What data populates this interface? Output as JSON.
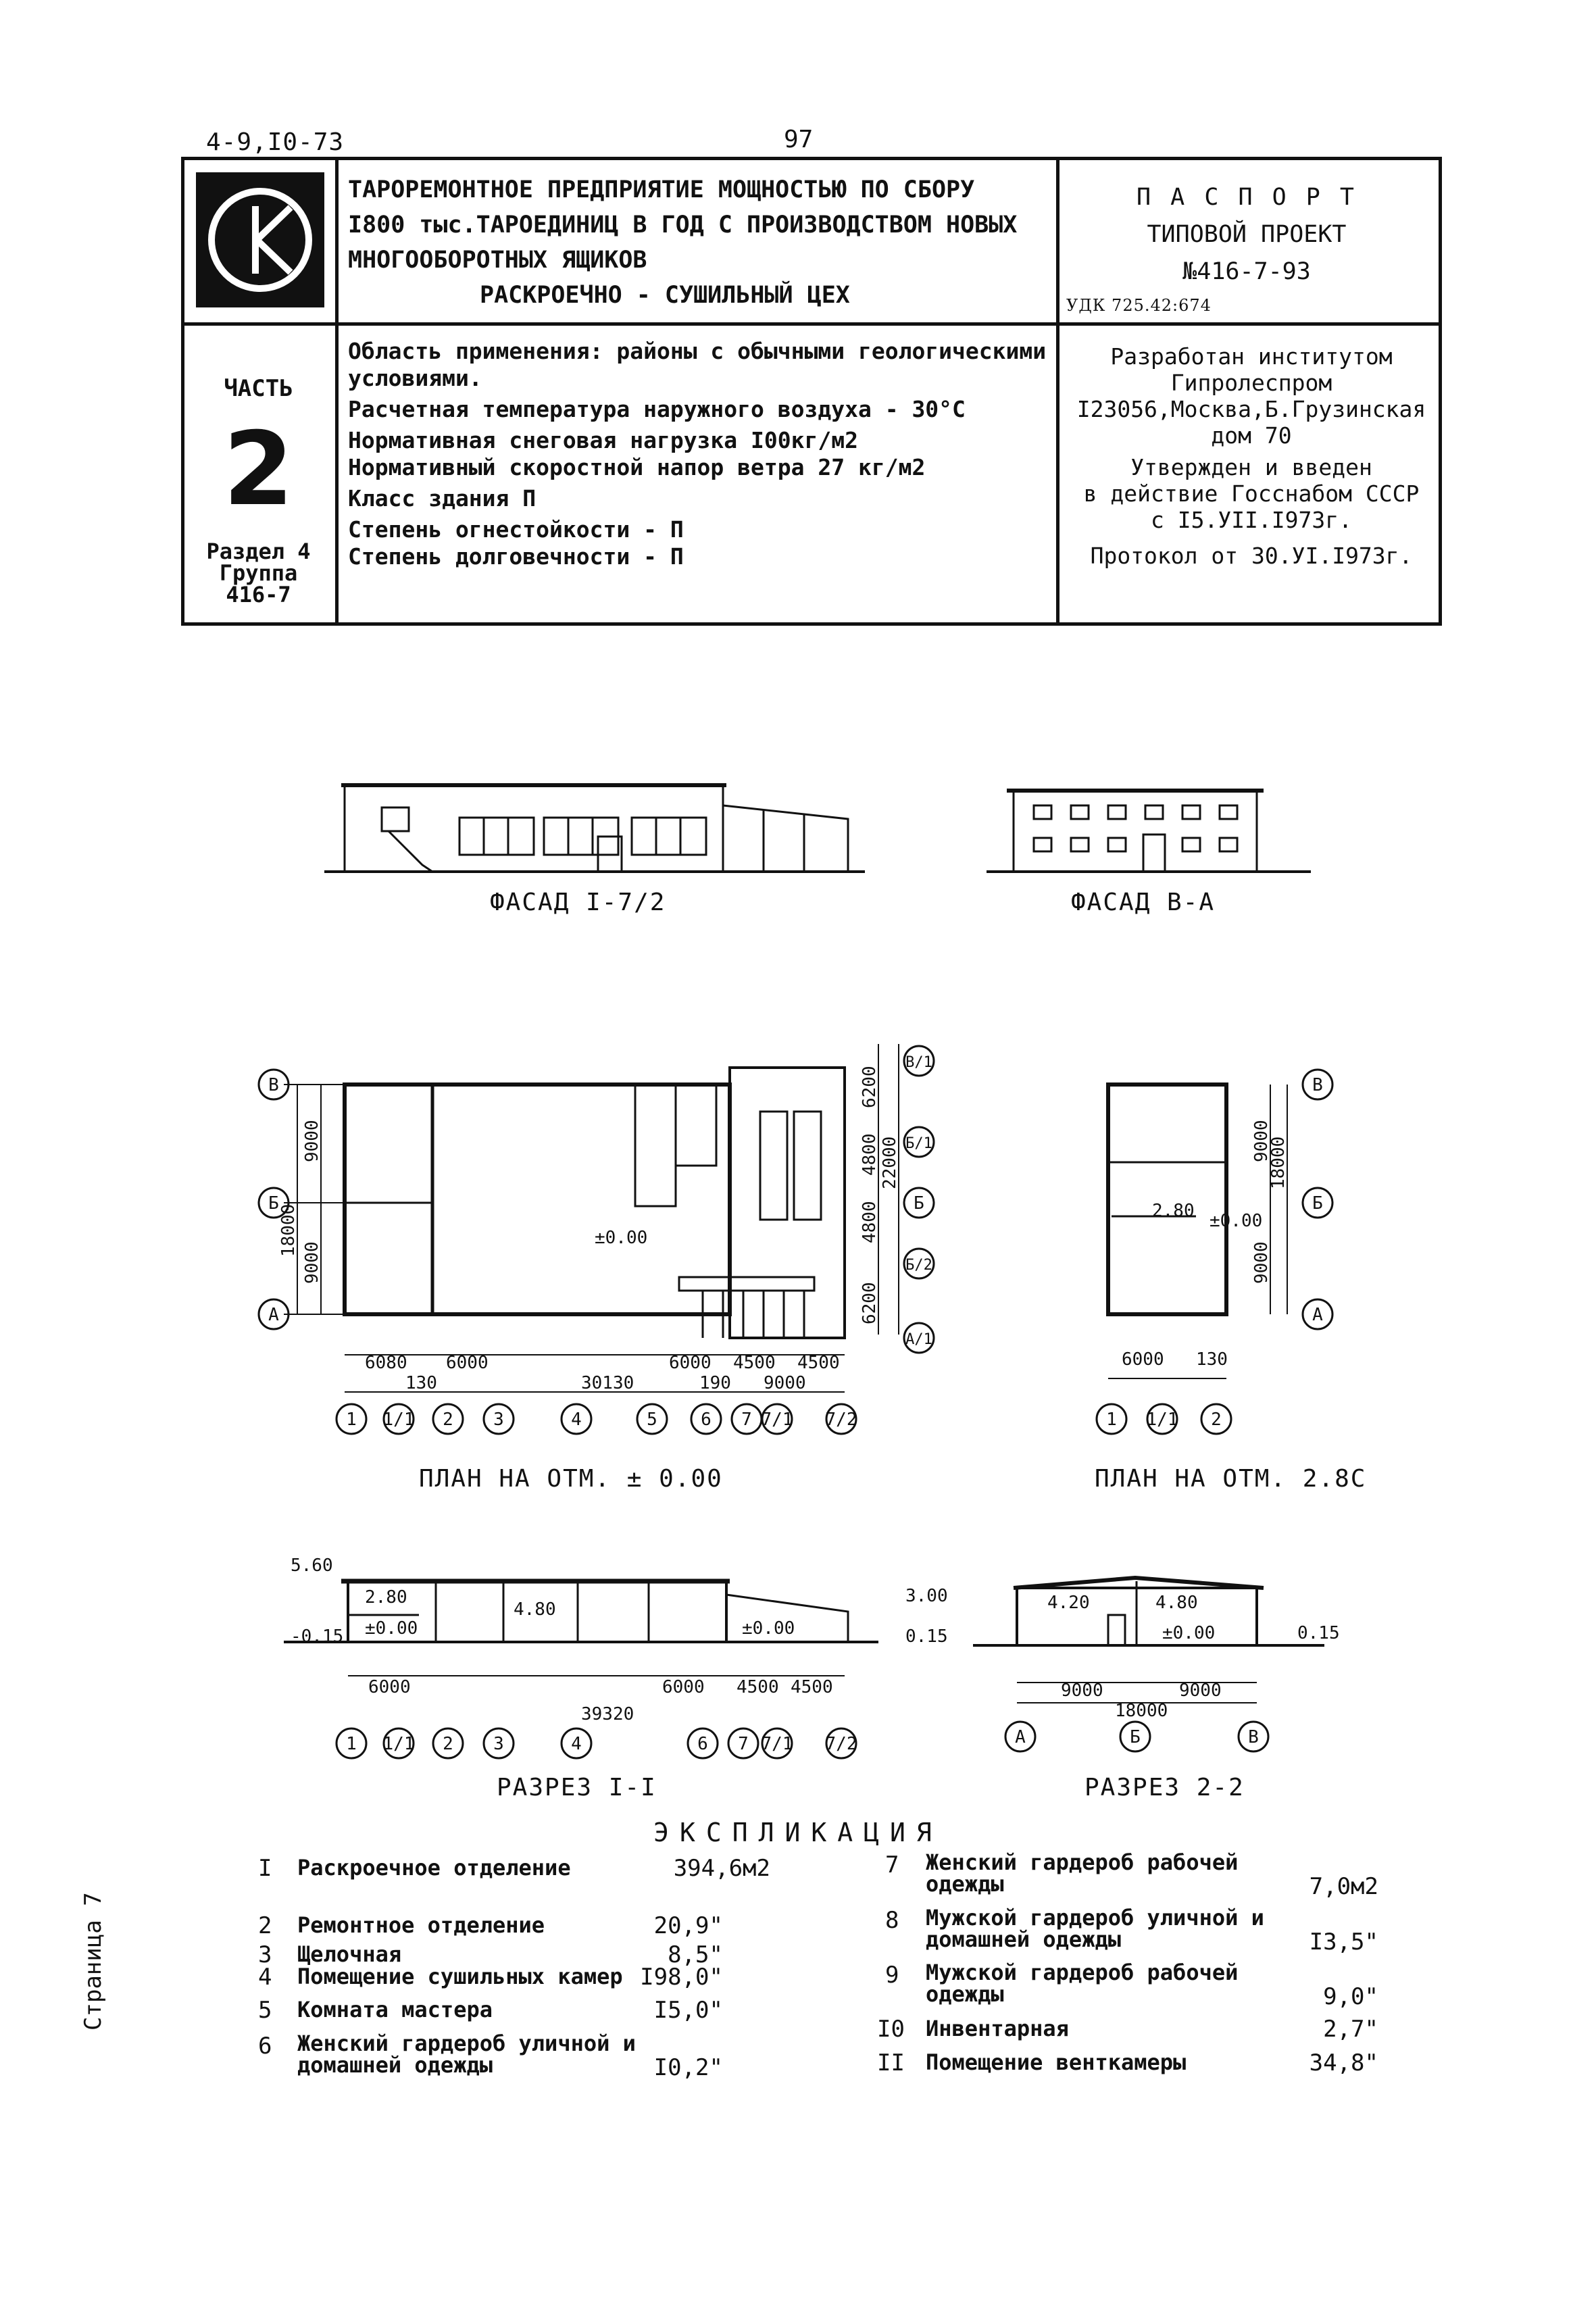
{
  "header": {
    "code": "4-9,I0-73",
    "page_number": "97"
  },
  "logo": {
    "letters": "СК"
  },
  "title": {
    "lines": [
      "ТАРОРЕМОНТНОЕ ПРЕДПРИЯТИЕ МОЩНОСТЬЮ ПО СБОРУ",
      "I800 тыс.ТАРОЕДИНИЦ В ГОД С ПРОИЗВОДСТВОМ НОВЫХ",
      "МНОГООБОРОТНЫХ ЯЩИКОВ",
      "РАСКРОЕЧНО - СУШИЛЬНЫЙ ЦЕХ"
    ]
  },
  "passport": {
    "label": "П А С П О Р Т",
    "type": "ТИПОВОЙ ПРОЕКТ",
    "number": "№416-7-93",
    "udk": "УДК 725.42:674"
  },
  "part": {
    "label": "ЧАСТЬ",
    "number": "2",
    "section": "Раздел 4",
    "group": "Группа",
    "group_code": "416-7"
  },
  "params": [
    "Область применения: районы с обычными геологическими",
    "условиями.",
    "Расчетная температура наружного воздуха - 30°C",
    "Нормативная снеговая нагрузка I00кг/м2",
    "Нормативный скоростной напор ветра 27 кг/м2",
    "Класс здания П",
    "Степень огнестойкости - П",
    "Степень долговечности - П"
  ],
  "developer": {
    "lines": [
      "Разработан институтом",
      "Гипролеспром",
      "I23056,Москва,Б.Грузинская",
      "дом 70",
      "Утвержден и введен",
      "в действие Госснабом СССР",
      "с I5.УII.I973г.",
      "Протокол от 30.УI.I973г."
    ]
  },
  "drawings": {
    "facade_1": "ФАСАД I-7/2",
    "facade_2": "ФАСАД В-А",
    "plan_1": "ПЛАН НА ОТМ. ± 0.00",
    "plan_2": "ПЛАН НА ОТМ. 2.8С",
    "section_1": "РАЗРЕЗ I-I",
    "section_2": "РАЗРЕЗ 2-2",
    "dims": {
      "d6000": "6000",
      "d6080": "6080",
      "d30130": "30130",
      "d4500": "4500",
      "d9000": "9000",
      "d18000": "18000",
      "d22000": "22000",
      "d6200": "6200",
      "d4800": "4800",
      "d130": "130",
      "d190": "190",
      "d39320": "39320",
      "zero": "±0.00",
      "m2_80": "2.80",
      "m4_80": "4.80",
      "m4_20": "4.20",
      "m5_60": "5.60",
      "m3_00": "3.00",
      "m0_15": "-0.15",
      "m0_15b": "0.15"
    },
    "axes_row": [
      "1",
      "1/1",
      "2",
      "3",
      "4",
      "5",
      "6",
      "7",
      "7/1",
      "7/2"
    ],
    "axes_col": [
      "В",
      "Б",
      "А"
    ],
    "axes_right": [
      "В/1",
      "Б/1",
      "Б",
      "Б/2",
      "А/1"
    ],
    "axes_plan2": [
      "1",
      "1/1",
      "2"
    ]
  },
  "explication": {
    "heading": "ЭКСПЛИКАЦИЯ",
    "left": [
      {
        "num": "I",
        "name": "Раскроечное отделение",
        "value": "394,6м2"
      },
      {
        "num": "2",
        "name": "Ремонтное отделение",
        "value": "20,9\""
      },
      {
        "num": "3",
        "name": "Щелочная",
        "value": "8,5\""
      },
      {
        "num": "4",
        "name": "Помещение сушильных камер",
        "value": "I98,0\""
      },
      {
        "num": "5",
        "name": "Комната мастера",
        "value": "I5,0\""
      },
      {
        "num": "6",
        "name": "Женский гардероб уличной и",
        "name2": "домашней одежды",
        "value": "I0,2\""
      }
    ],
    "right": [
      {
        "num": "7",
        "name": "Женский гардероб рабочей",
        "name2": "одежды",
        "value": "7,0м2"
      },
      {
        "num": "8",
        "name": "Мужской гардероб уличной и",
        "name2": "домашней одежды",
        "value": "I3,5\""
      },
      {
        "num": "9",
        "name": "Мужской гардероб рабочей",
        "name2": "одежды",
        "value": "9,0\""
      },
      {
        "num": "I0",
        "name": "Инвентарная",
        "value": "2,7\""
      },
      {
        "num": "II",
        "name": "Помещение венткамеры",
        "value": "34,8\""
      }
    ]
  },
  "side_note": "Страница 7"
}
